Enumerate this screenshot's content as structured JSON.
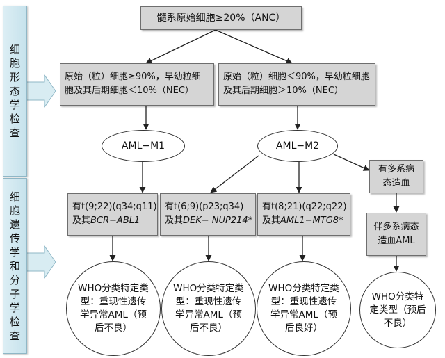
{
  "side_labels": {
    "morphology": "细胞形态学检查",
    "genetics": "细胞遗传学和分子学检查"
  },
  "top_box": "髓系原始细胞≥20%（ANC）",
  "left_criteria": "原始（粒）细胞≥90%，早幼粒细胞及其后期细胞＜10%（NEC）",
  "right_criteria": "原始（粒）细胞＜90%，早幼粒细胞及其后期细胞＞10%（NEC）",
  "m1_label": "AML−M1",
  "m2_label": "AML−M2",
  "multilineage_dysplasia": "有多系病态造血",
  "aml_mrc": "伴多系病态造血AML",
  "rearrangements": [
    {
      "line1": "有t(9;22)(q34;q11)",
      "prefix": "及其",
      "gene": "BCR−ABL1",
      "suffix": ""
    },
    {
      "line1": "有t(6;9)(p23;q34)",
      "prefix": "及其",
      "gene": "DEK− NUP214",
      "suffix": "*"
    },
    {
      "line1": "有t(8;21)(q22;q22)",
      "prefix": "及其",
      "gene": "AML1−MTG8",
      "suffix": "*"
    }
  ],
  "outcomes": [
    "WHO分类特定类型：重现性遗传学异常AML（预后不良）",
    "WHO分类特定类型：重现性遗传学异常AML（预后不良）",
    "WHO分类特定类型：重现性遗传学异常AML（预后良好）",
    "WHO分类特定类型（预后不良）"
  ],
  "colors": {
    "box_fill": "#d5d5d5",
    "side_fill": "#c6e2ec",
    "line": "#222222"
  }
}
